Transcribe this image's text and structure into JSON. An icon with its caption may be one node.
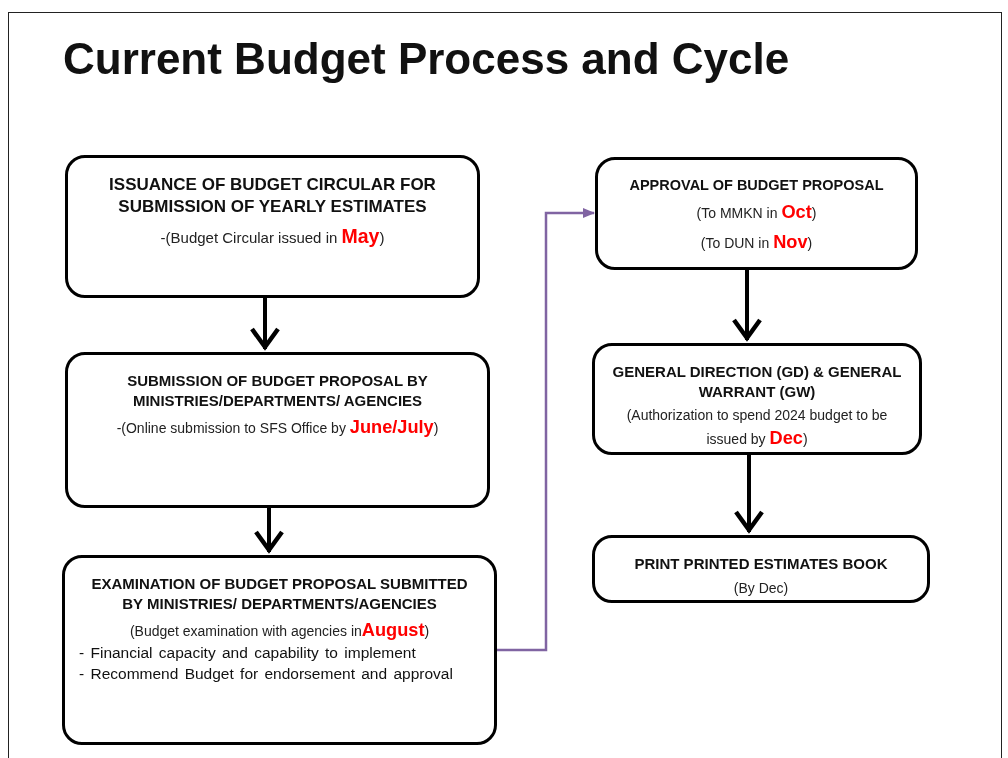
{
  "diagram": {
    "title": "Current Budget Process and Cycle",
    "nodes": [
      {
        "text": [
          "ISSUANCE OF BUDGET CIRCULAR FOR SUBMISSION OF YEARLY ESTIMATES",
          "-(Budget Circular issued in **May**)"
        ]
      },
      {
        "text": [
          "SUBMISSION OF BUDGET PROPOSAL BY MINISTRIES/DEPARTMENTS/ AGENCIES",
          "-(Online submission to SFS Office by **June/July**)"
        ]
      },
      {
        "text": [
          "EXAMINATION OF BUDGET PROPOSAL SUBMITTED BY MINISTRIES/ DEPARTMENTS/AGENCIES",
          "(Budget examination with agencies in**August**)",
          "- Financial capacity and capability to implement",
          "- Recommend Budget for endorsement and approval"
        ]
      },
      {
        "text": [
          "APPROVAL OF BUDGET PROPOSAL",
          "(To MMKN in **Oct**)",
          "(To DUN in **Nov**)"
        ]
      },
      {
        "text": [
          "GENERAL DIRECTION (GD) & GENERAL WARRANT (GW)",
          "(Authorization to spend 2024 budget to be issued by **Dec**)"
        ]
      },
      {
        "text": [
          "PRINT PRINTED ESTIMATES BOOK",
          "(By Dec)"
        ]
      }
    ],
    "edges": [
      {
        "from": 0,
        "to": 1,
        "arrow": "to"
      },
      {
        "from": 1,
        "to": 2,
        "arrow": "to"
      },
      {
        "from": 2,
        "to": 3,
        "arrow": "to",
        "color": "#8064a2"
      },
      {
        "from": 3,
        "to": 4,
        "arrow": "to"
      },
      {
        "from": 4,
        "to": 5,
        "arrow": "to"
      }
    ]
  }
}
